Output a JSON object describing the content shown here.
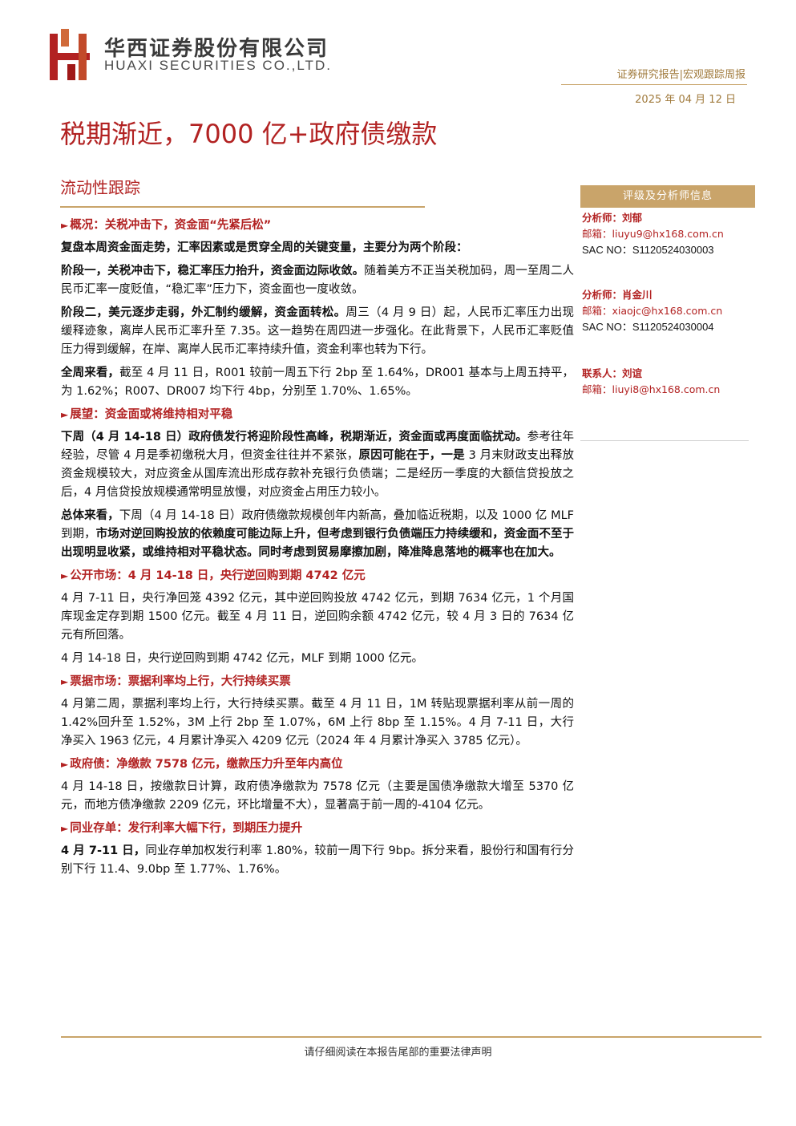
{
  "header": {
    "company_cn": "华西证券股份有限公司",
    "company_en": "HUAXI SECURITIES CO.,LTD.",
    "report_type": "证券研究报告|宏观跟踪周报",
    "date": "2025 年 04 月 12 日",
    "brand_color": "#b22222",
    "accent_color": "#c9a46a"
  },
  "title": "税期渐近，7000 亿+政府债缴款",
  "subtitle": "流动性跟踪",
  "sidebar": {
    "heading": "评级及分析师信息",
    "analysts": [
      {
        "role_name": "分析师：刘郁",
        "email": "邮箱：liuyu9@hx168.com.cn",
        "sac": "SAC NO：S1120524030003"
      },
      {
        "role_name": "分析师：肖金川",
        "email": "邮箱：xiaojc@hx168.com.cn",
        "sac": "SAC NO：S1120524030004"
      },
      {
        "role_name": "联系人：刘谊",
        "email": "邮箱：liuyi8@hx168.com.cn",
        "sac": ""
      }
    ]
  },
  "sections": {
    "s1": {
      "heading": "概况：关税冲击下，资金面“先紧后松”",
      "p1": "复盘本周资金面走势，汇率因素或是贯穿全周的关键变量，主要分为两个阶段：",
      "p2_bold": "阶段一，关税冲击下，稳汇率压力抬升，资金面边际收敛。",
      "p2_rest": "随着美方不正当关税加码，周一至周二人民币汇率一度贬值，“稳汇率”压力下，资金面也一度收敛。",
      "p3_bold": "阶段二，美元逐步走弱，外汇制约缓解，资金面转松。",
      "p3_rest": "周三（4 月 9 日）起，人民币汇率压力出现缓释迹象，离岸人民币汇率升至 7.35。这一趋势在周四进一步强化。在此背景下，人民币汇率贬值压力得到缓解，在岸、离岸人民币汇率持续升值，资金利率也转为下行。",
      "p4_bold": "全周来看，",
      "p4_rest": "截至 4 月 11 日，R001 较前一周五下行 2bp 至 1.64%，DR001 基本与上周五持平，为 1.62%；R007、DR007 均下行 4bp，分别至 1.70%、1.65%。"
    },
    "s2": {
      "heading": "展望：资金面或将维持相对平稳",
      "p1_bold_a": "下周（4 月 14-18 日）政府债发行将迎阶段性高峰，税期渐近，资金面或再度面临扰动。",
      "p1_mid": "参考往年经验，尽管 4 月是季初缴税大月，但资金往往并不紧张，",
      "p1_bold_b": "原因可能在于，一是",
      "p1_rest": " 3 月末财政支出释放资金规模较大，对应资金从国库流出形成存款补充银行负债端；二是经历一季度的大额信贷投放之后，4 月信贷投放规模通常明显放慢，对应资金占用压力较小。",
      "p2_bold_a": "总体来看，",
      "p2_mid": "下周（4 月 14-18 日）政府债缴款规模创年内新高，叠加临近税期，以及 1000 亿 MLF 到期，",
      "p2_bold_b": "市场对逆回购投放的依赖度可能边际上升，但考虑到银行负债端压力持续缓和，资金面不至于出现明显收紧，或维持相对平稳状态。同时考虑到贸易摩擦加剧，降准降息落地的概率也在加大。"
    },
    "s3": {
      "heading": "公开市场：4 月 14-18 日，央行逆回购到期 4742 亿元",
      "p1": "4 月 7-11 日，央行净回笼 4392 亿元，其中逆回购投放 4742 亿元，到期 7634 亿元，1 个月国库现金定存到期 1500 亿元。截至 4 月 11 日，逆回购余额 4742 亿元，较 4 月 3 日的 7634 亿元有所回落。",
      "p2": "4 月 14-18 日，央行逆回购到期 4742 亿元，MLF 到期 1000 亿元。"
    },
    "s4": {
      "heading": "票据市场：票据利率均上行，大行持续买票",
      "p1": "4 月第二周，票据利率均上行，大行持续买票。截至 4 月 11 日，1M 转贴现票据利率从前一周的 1.42%回升至 1.52%，3M 上行 2bp 至 1.07%，6M 上行 8bp 至 1.15%。4 月 7-11 日，大行净买入 1963 亿元，4 月累计净买入 4209 亿元（2024 年 4 月累计净买入 3785 亿元）。"
    },
    "s5": {
      "heading": "政府债：净缴款 7578 亿元，缴款压力升至年内高位",
      "p1": "4 月 14-18 日，按缴款日计算，政府债净缴款为 7578 亿元（主要是国债净缴款大增至 5370 亿元，而地方债净缴款 2209 亿元，环比增量不大），显著高于前一周的-4104 亿元。"
    },
    "s6": {
      "heading": "同业存单：发行利率大幅下行，到期压力提升",
      "p1_bold": "4 月 7-11 日，",
      "p1_rest": "同业存单加权发行利率 1.80%，较前一周下行 9bp。拆分来看，股份行和国有行分别下行 11.4、9.0bp 至 1.77%、1.76%。"
    }
  },
  "footer": "请仔细阅读在本报告尾部的重要法律声明"
}
